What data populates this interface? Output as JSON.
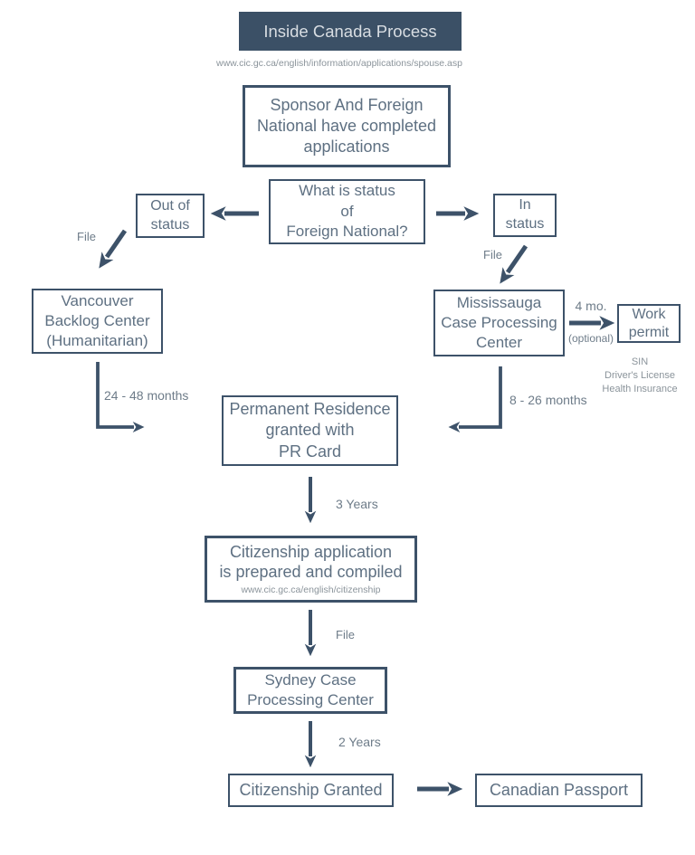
{
  "colors": {
    "dark_slate": "#3d5269",
    "box_text": "#5e7082",
    "label_text": "#6e7c89",
    "muted_text": "#8b949b",
    "title_bg": "#3b5066",
    "title_text": "#d8dde2"
  },
  "header": {
    "title": "Inside Canada Process",
    "url": "www.cic.gc.ca/english/information/applications/spouse.asp"
  },
  "nodes": {
    "sponsor": {
      "l1": "Sponsor And Foreign",
      "l2": "National have completed",
      "l3": "applications"
    },
    "status_question": {
      "l1": "What is status",
      "l2": "of",
      "l3": "Foreign National?"
    },
    "out_of_status": {
      "l1": "Out of",
      "l2": "status"
    },
    "in_status": {
      "l1": "In",
      "l2": "status"
    },
    "vancouver": {
      "l1": "Vancouver",
      "l2": "Backlog Center",
      "l3": "(Humanitarian)"
    },
    "mississauga": {
      "l1": "Mississauga",
      "l2": "Case Processing",
      "l3": "Center"
    },
    "work_permit": {
      "l1": "Work",
      "l2": "permit"
    },
    "permanent_residence": {
      "l1": "Permanent Residence",
      "l2": "granted with",
      "l3": "PR Card"
    },
    "citizenship_application": {
      "l1": "Citizenship application",
      "l2": "is prepared and compiled",
      "url": "www.cic.gc.ca/english/citizenship"
    },
    "sydney": {
      "l1": "Sydney Case",
      "l2": "Processing Center"
    },
    "citizenship_granted": {
      "text": "Citizenship Granted"
    },
    "canadian_passport": {
      "text": "Canadian Passport"
    }
  },
  "edge_labels": {
    "file_out": "File",
    "file_in": "File",
    "file_citizenship": "File",
    "months_24_48": "24 - 48 months",
    "months_8_26": "8 - 26 months",
    "four_months": "4 mo.",
    "optional": "(optional)",
    "three_years": "3 Years",
    "two_years": "2 Years"
  },
  "work_permit_notes": [
    "SIN",
    "Driver's License",
    "Health Insurance"
  ]
}
